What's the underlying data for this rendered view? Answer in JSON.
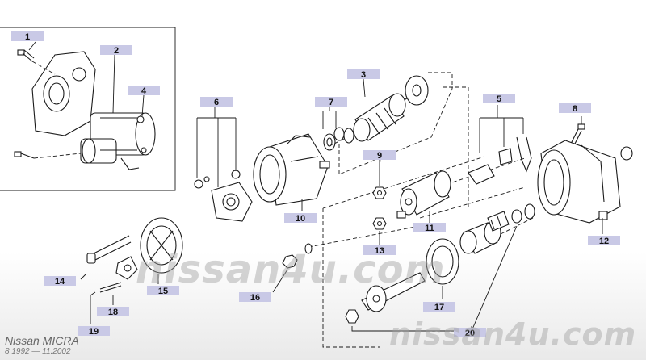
{
  "callouts": [
    {
      "id": "1",
      "label": "1"
    },
    {
      "id": "2",
      "label": "2"
    },
    {
      "id": "3",
      "label": "3"
    },
    {
      "id": "4",
      "label": "4"
    },
    {
      "id": "5",
      "label": "5"
    },
    {
      "id": "6",
      "label": "6"
    },
    {
      "id": "7",
      "label": "7"
    },
    {
      "id": "8",
      "label": "8"
    },
    {
      "id": "9",
      "label": "9"
    },
    {
      "id": "10",
      "label": "10"
    },
    {
      "id": "11",
      "label": "11"
    },
    {
      "id": "12",
      "label": "12"
    },
    {
      "id": "13",
      "label": "13"
    },
    {
      "id": "14",
      "label": "14"
    },
    {
      "id": "15",
      "label": "15"
    },
    {
      "id": "16",
      "label": "16"
    },
    {
      "id": "17",
      "label": "17"
    },
    {
      "id": "18",
      "label": "18"
    },
    {
      "id": "19",
      "label": "19"
    },
    {
      "id": "20",
      "label": "20"
    }
  ],
  "watermarks": {
    "center": "nissan4u.com",
    "bottom": "nissan4u.com"
  },
  "caption": {
    "model": "Nissan MICRA",
    "period": "8.1992 — 11.2002"
  }
}
